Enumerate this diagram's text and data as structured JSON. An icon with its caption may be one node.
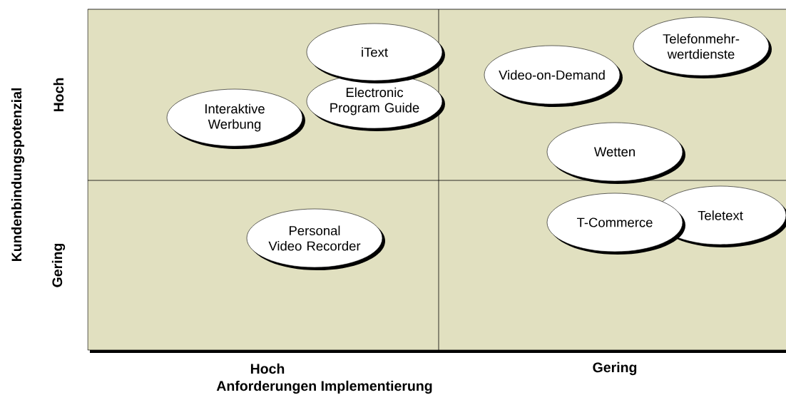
{
  "diagram": {
    "nodes": [
      {
        "text": [
          "iText"
        ]
      },
      {
        "text": [
          "Telefonmehr-wertdienste"
        ]
      },
      {
        "text": [
          "Video-on-Demand"
        ]
      },
      {
        "text": [
          "Electronic Program Guide"
        ]
      },
      {
        "text": [
          "Interaktive Werbung"
        ]
      },
      {
        "text": [
          "Wetten"
        ]
      },
      {
        "text": [
          "Teletext"
        ]
      },
      {
        "text": [
          "T-Commerce"
        ]
      },
      {
        "text": [
          "Personal Video Recorder"
        ]
      }
    ],
    "labels": [
      "Kundenbindungspotenzial",
      "Hoch",
      "Gering",
      "Hoch",
      "Gering",
      "Anforderungen Implementierung"
    ]
  }
}
